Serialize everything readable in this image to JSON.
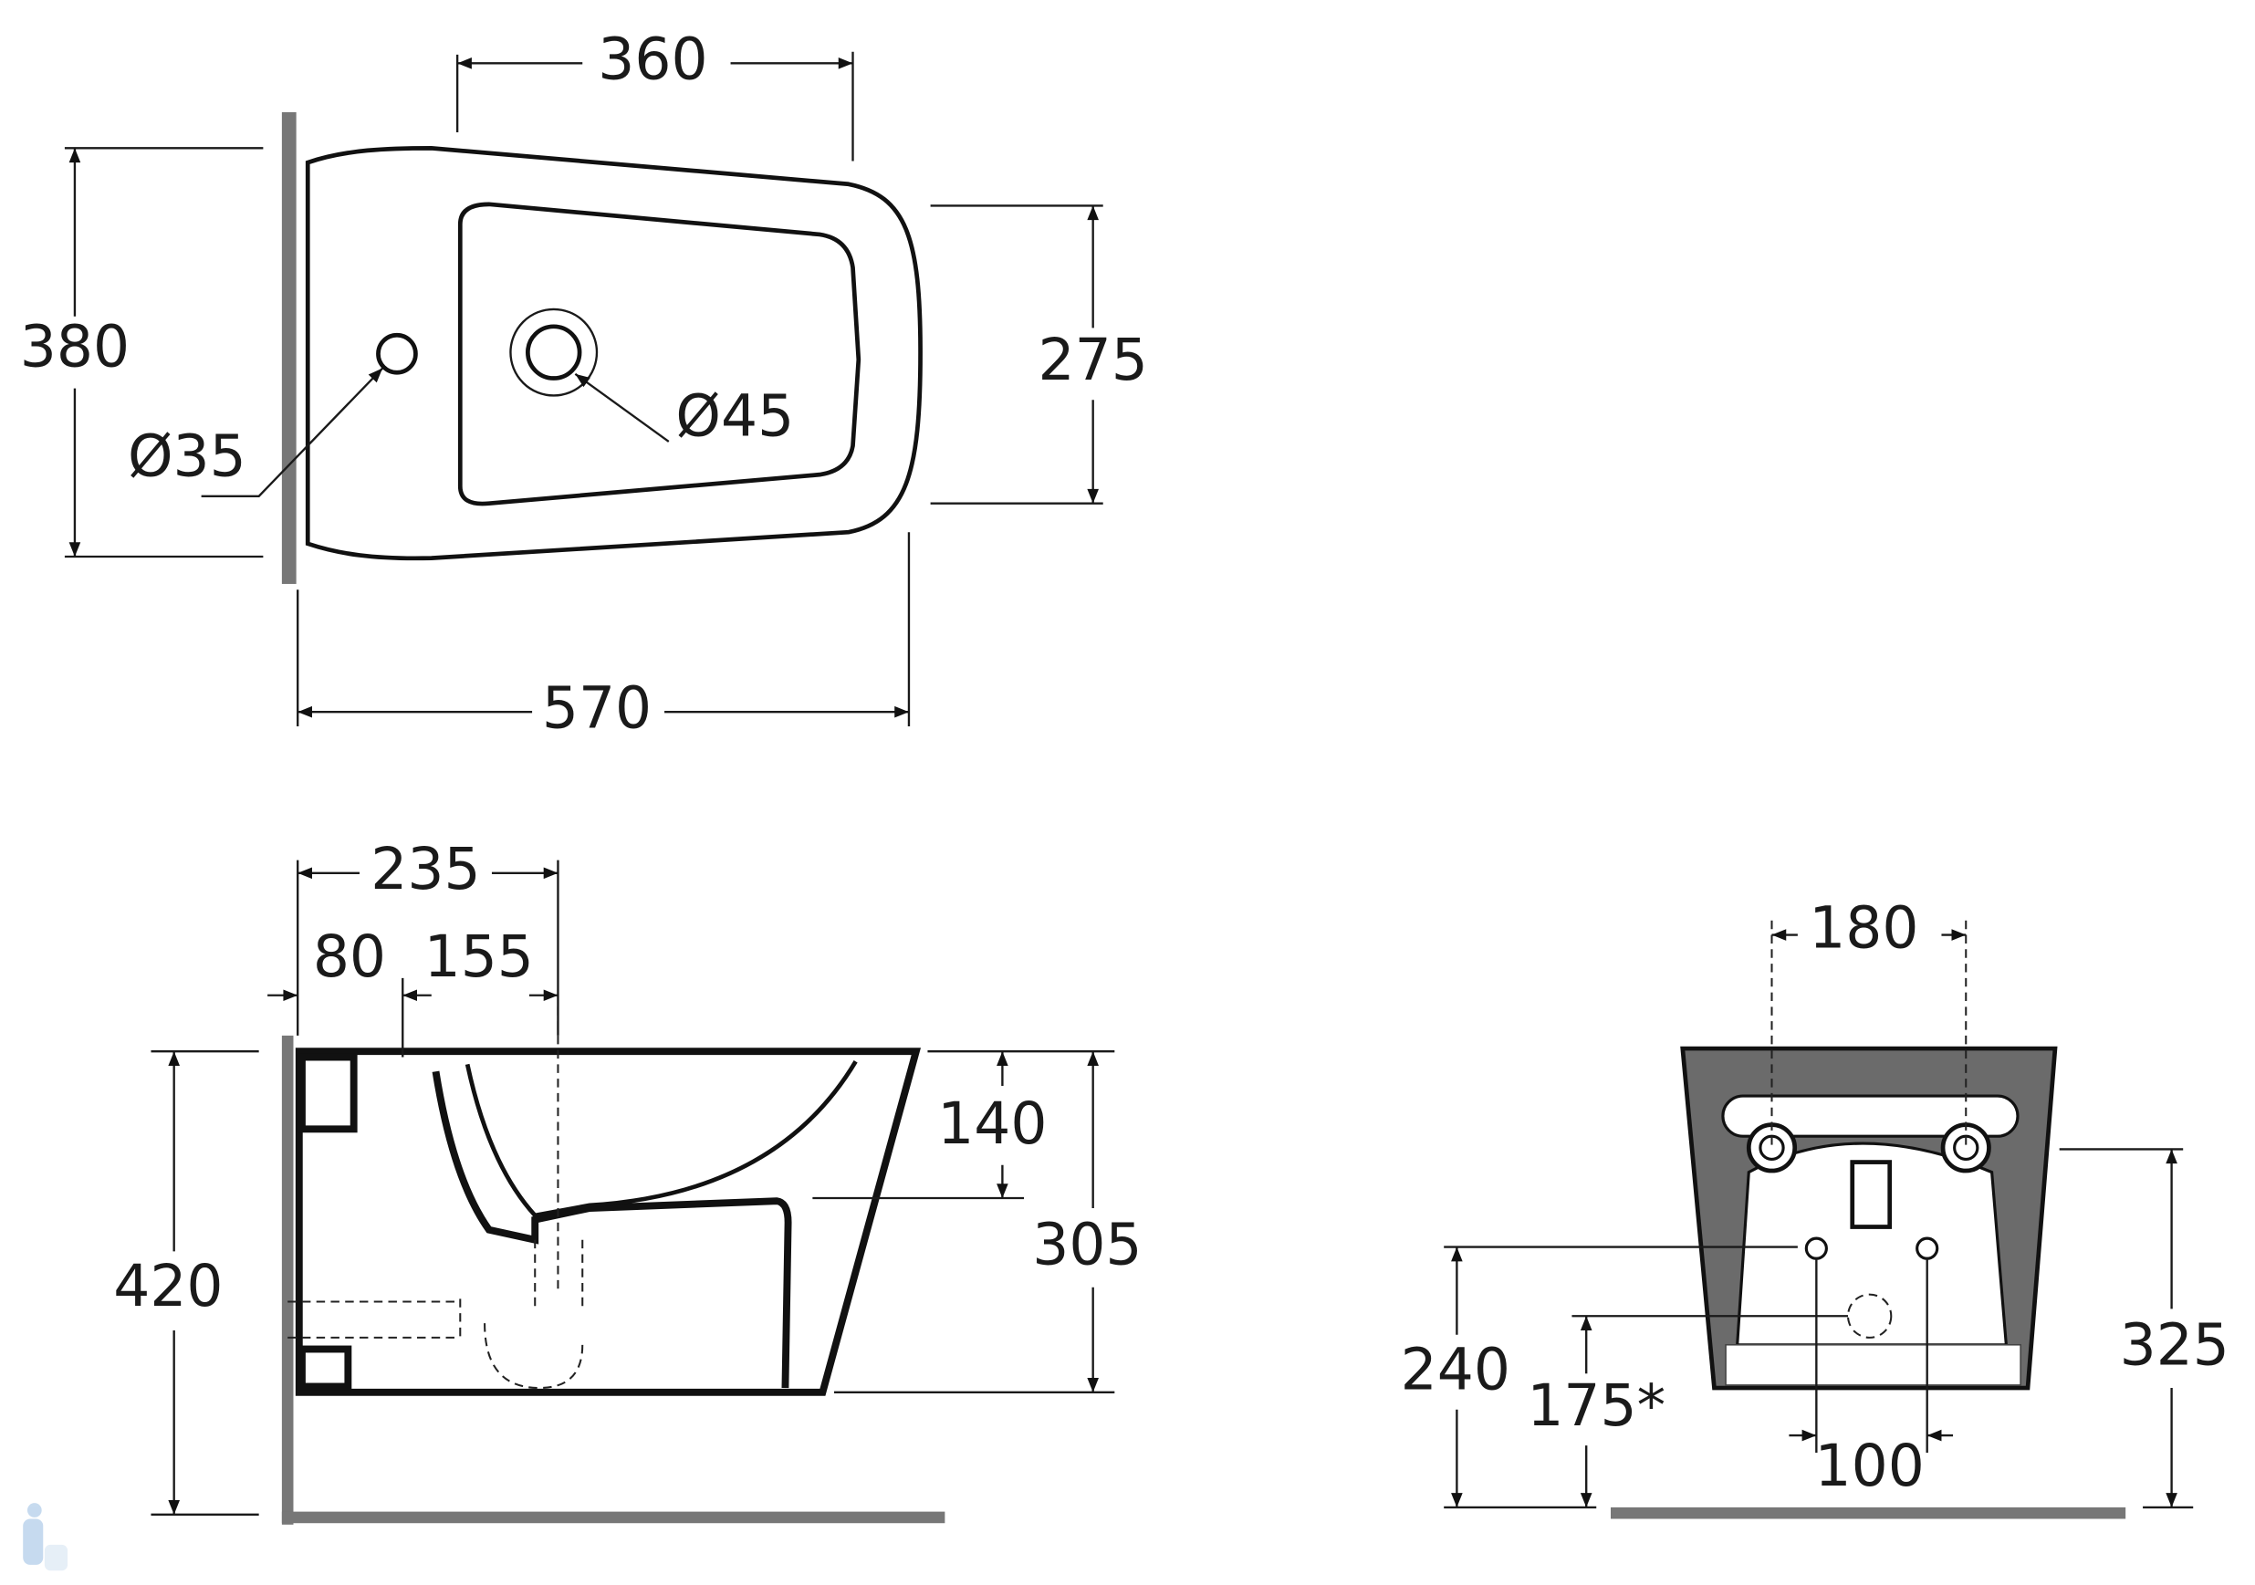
{
  "top_view": {
    "width_dim": "360",
    "depth_dim": "380",
    "bowl_dim": "275",
    "length_dim": "570",
    "tap_hole": "Ø35",
    "drain_hole": "Ø45"
  },
  "side_view": {
    "dim_235": "235",
    "dim_80": "80",
    "dim_155": "155",
    "dim_140": "140",
    "dim_305": "305",
    "dim_420": "420"
  },
  "front_view": {
    "dim_180": "180",
    "dim_325": "325",
    "dim_240": "240",
    "dim_175": "175*",
    "dim_100": "100"
  },
  "colors": {
    "line": "#1a1a1a",
    "wall": "#777777",
    "body_fill": "#6b6b6b"
  }
}
